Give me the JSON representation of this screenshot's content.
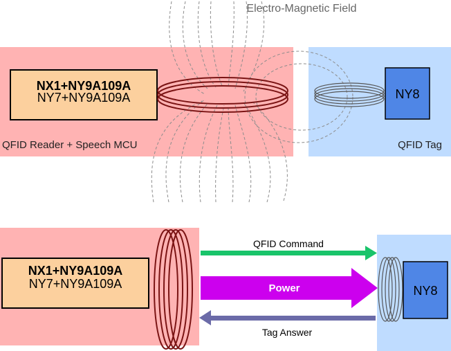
{
  "top": {
    "field_label": "Electro-Magnetic Field",
    "reader_chip_line1": "NX1+NY9A109A",
    "reader_chip_line2": "NY7+NY9A109A",
    "reader_label": "QFID Reader + Speech MCU",
    "tag_chip": "NY8",
    "tag_label": "QFID Tag"
  },
  "bottom": {
    "reader_chip_line1": "NX1+NY9A109A",
    "reader_chip_line2": "NY7+NY9A109A",
    "tag_chip": "NY8",
    "command_label": "QFID Command",
    "power_label": "Power",
    "answer_label": "Tag Answer"
  },
  "colors": {
    "reader_panel": "#ffb3b3",
    "tag_panel": "#bfdcff",
    "reader_chip": "#fcd09e",
    "tag_chip": "#4f86e6",
    "coil": "#7a1414",
    "command_arrow": "#19c46a",
    "power_arrow": "#cc00ee",
    "answer_arrow": "#6b6ba8"
  }
}
